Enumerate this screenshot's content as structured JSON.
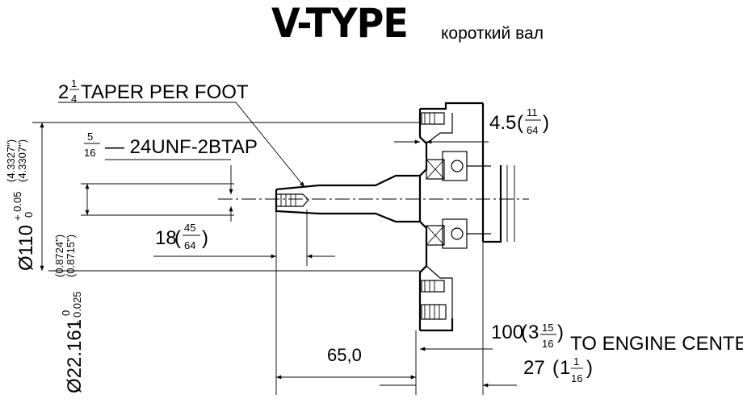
{
  "title": "V-TYPE",
  "subtitle": "короткий вал",
  "labels": {
    "taper": "TAPER PER FOOT",
    "taper_whole": "2",
    "taper_num": "1",
    "taper_den": "4",
    "thread_num": "5",
    "thread_den": "16",
    "thread_spec": "— 24UNF-2BTAP",
    "depth_mm": "18",
    "depth_num": "45",
    "depth_den": "64",
    "flange_mm": "4.5",
    "flange_num": "11",
    "flange_den": "64",
    "pilot_dia": "Ø110",
    "pilot_tol_upper": "+ 0.05",
    "pilot_tol_lower": "0",
    "pilot_in_upper": "(4.3327\")",
    "pilot_in_lower": "(4.3307\")",
    "shaft_dia": "Ø22.161",
    "shaft_tol_upper": "0",
    "shaft_tol_lower": "- 0.025",
    "shaft_in_upper": "(0.8724\")",
    "shaft_in_lower": "(0.8715\")",
    "length": "65,0",
    "center_mm": "100",
    "center_whole": "3",
    "center_num": "15",
    "center_den": "16",
    "center_text": "TO ENGINE CENTER",
    "offset_mm": "27",
    "offset_whole": "1",
    "offset_num": "1",
    "offset_den": "16"
  }
}
